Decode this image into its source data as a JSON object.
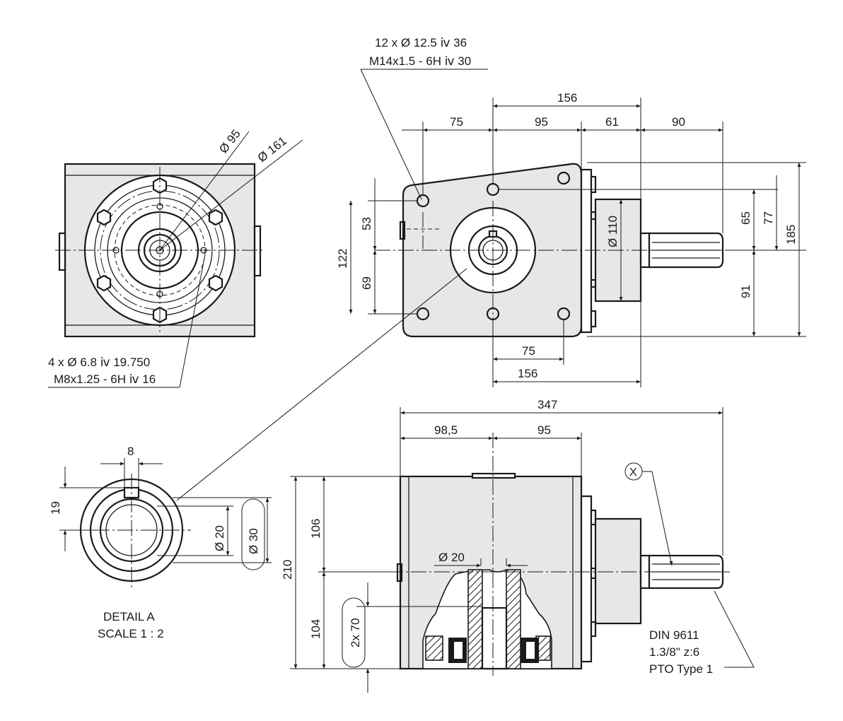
{
  "top_view": {
    "dim_flange_bore": "Ø 95",
    "dim_flange_outer": "Ø 161",
    "callout_line1": "4 x Ø 6.8 ⅳ 19.750",
    "callout_line2": "M8x1.25 - 6H ⅳ 16"
  },
  "side_view": {
    "callout_line1": "12 x Ø 12.5 ⅳ 36",
    "callout_line2": "M14x1.5 - 6H ⅳ 30",
    "dim_overall_top": "156",
    "dim_75": "75",
    "dim_95": "95",
    "dim_61": "61",
    "dim_90": "90",
    "dim_53": "53",
    "dim_122": "122",
    "dim_69": "69",
    "dim_110": "Ø 110",
    "dim_65": "65",
    "dim_77": "77",
    "dim_185": "185",
    "dim_91": "91",
    "dim_bottom_75": "75",
    "dim_bottom_156": "156"
  },
  "detail": {
    "dim_key_width": "8",
    "dim_keyway_depth": "19",
    "dim_bore": "Ø 20",
    "dim_outer": "Ø 30",
    "label_line1": "DETAIL A",
    "label_line2": "SCALE 1 : 2"
  },
  "front_view": {
    "dim_347": "347",
    "dim_98_5": "98,5",
    "dim_95": "95",
    "dim_210": "210",
    "dim_106": "106",
    "dim_104": "104",
    "dim_shaft": "Ø 20",
    "dim_2x70": "2x 70",
    "marker_x": "X",
    "note_line1": "DIN 9611",
    "note_line2": "1.3/8\" z:6",
    "note_line3": "PTO Type 1"
  }
}
